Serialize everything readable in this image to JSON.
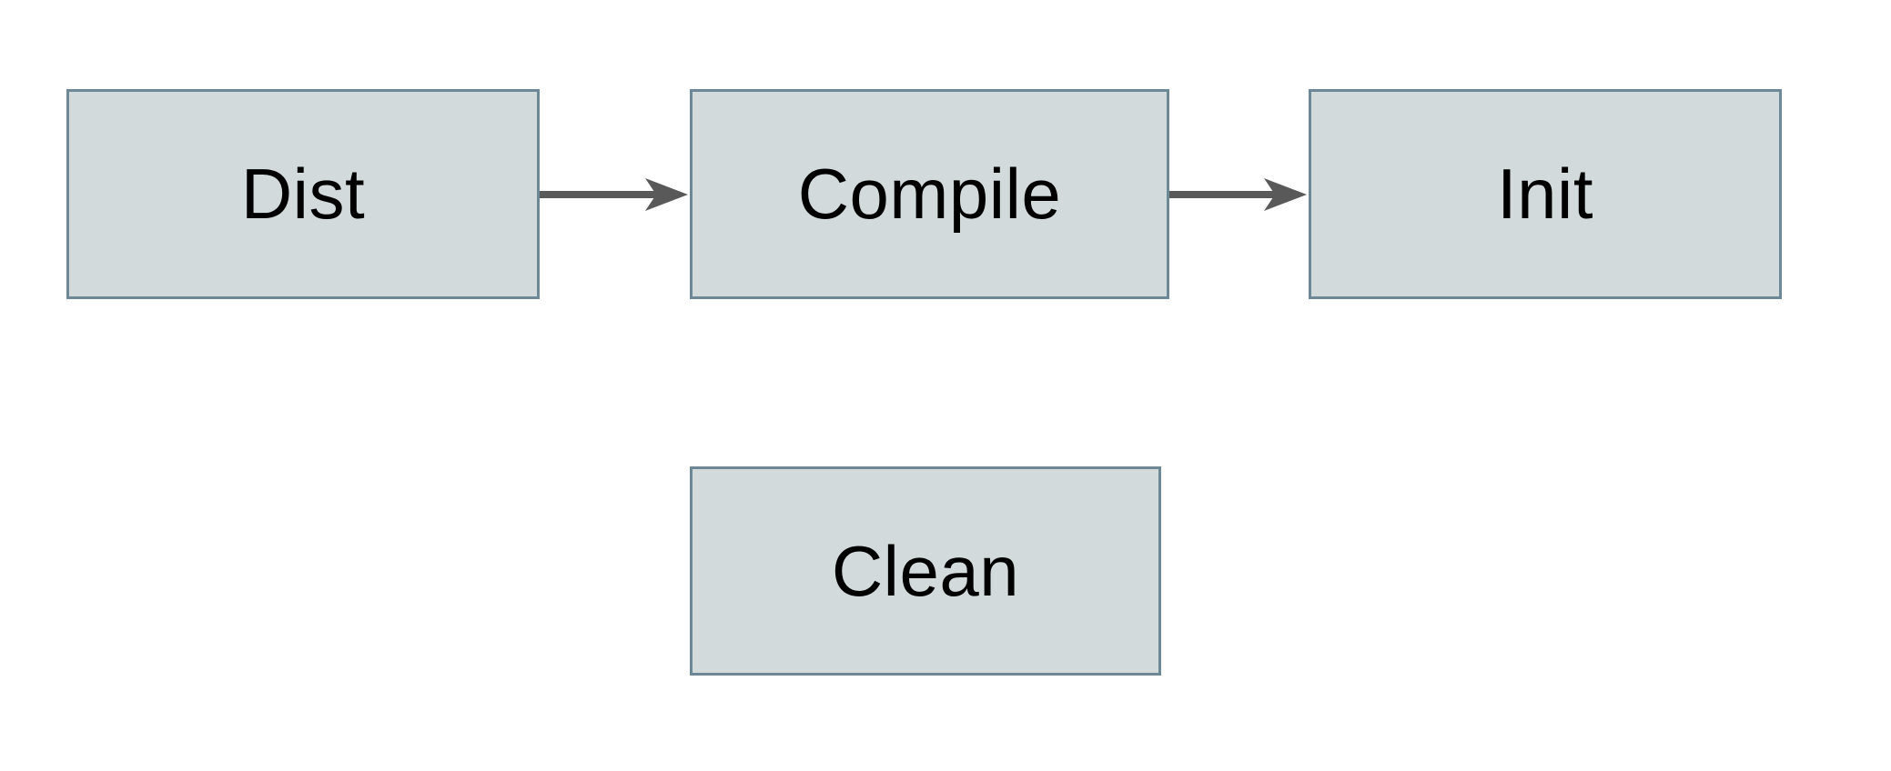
{
  "diagram": {
    "type": "flowchart",
    "background": "#ffffff",
    "colors": {
      "node_fill": "#d2dadc",
      "node_border": "#6d8997",
      "arrow": "#595959",
      "text": "#000000"
    },
    "nodes": [
      {
        "id": "dist",
        "label": "Dist"
      },
      {
        "id": "compile",
        "label": "Compile"
      },
      {
        "id": "init",
        "label": "Init"
      },
      {
        "id": "clean",
        "label": "Clean"
      }
    ],
    "edges": [
      {
        "from": "dist",
        "to": "compile",
        "style": "solid-arrow",
        "direction": "right"
      },
      {
        "from": "compile",
        "to": "init",
        "style": "solid-arrow",
        "direction": "right"
      }
    ]
  }
}
